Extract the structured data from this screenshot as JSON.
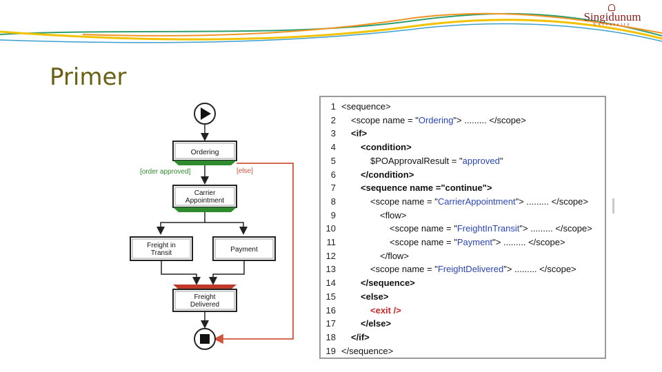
{
  "header": {
    "logo": {
      "name": "Singidunum",
      "subtitle": "University"
    },
    "wave_colors": [
      "#2e9e6e",
      "#f2c200",
      "#f29423",
      "#3a9fcf"
    ]
  },
  "slide": {
    "title": "Primer"
  },
  "diagram": {
    "nodes": {
      "ordering": "Ordering",
      "carrier_1": "Carrier",
      "carrier_2": "Appointment",
      "transit_1": "Freight in",
      "transit_2": "Transit",
      "payment": "Payment",
      "delivered_1": "Freight",
      "delivered_2": "Delivered"
    },
    "edges": {
      "approved": "[order approved]",
      "else": "[else]"
    },
    "colors": {
      "approved": "#2e8b2e",
      "else": "#d0523a",
      "join": "#c0392b"
    }
  },
  "code": {
    "lines": [
      [
        "<sequence>"
      ],
      [
        "<scope name = \"",
        "Ordering",
        "\"> ......... </scope>"
      ],
      [
        "<if>"
      ],
      [
        "<condition>"
      ],
      [
        "$POApprovalResult = \"",
        "approved",
        "\""
      ],
      [
        "</condition>"
      ],
      [
        "<sequence name =\"continue\">"
      ],
      [
        "<scope name = \"",
        "CarrierAppointment",
        "\"> ......... </scope>"
      ],
      [
        "<flow>"
      ],
      [
        "<scope name = \"",
        "FreightInTransit",
        "\"> ......... </scope>"
      ],
      [
        "<scope name = \"",
        "Payment",
        "\"> ......... </scope>"
      ],
      [
        "</flow>"
      ],
      [
        "<scope name = \"",
        "FreightDelivered",
        "\"> ......... </scope>"
      ],
      [
        "</sequence>"
      ],
      [
        "<else>"
      ],
      [
        "<exit />"
      ],
      [
        "</else>"
      ],
      [
        "</if>"
      ],
      [
        "</sequence>"
      ]
    ]
  }
}
